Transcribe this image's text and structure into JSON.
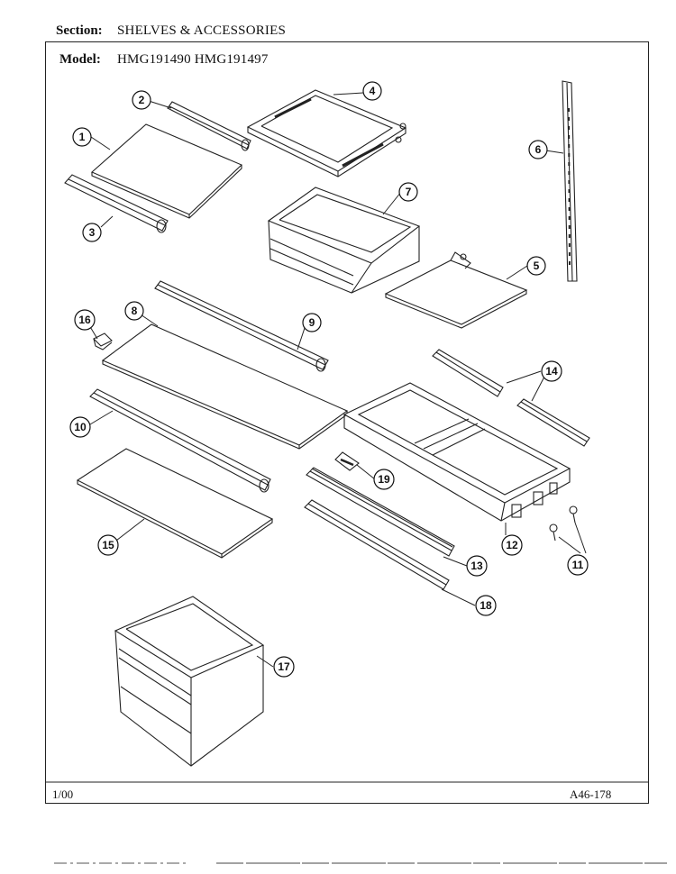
{
  "header": {
    "section_label": "Section:",
    "section_value": "SHELVES & ACCESSORIES",
    "model_label": "Model:",
    "model_value": "HMG191490 HMG191497"
  },
  "footer": {
    "date": "1/00",
    "code": "A46-178"
  },
  "callouts": [
    "1",
    "2",
    "3",
    "4",
    "5",
    "6",
    "7",
    "8",
    "9",
    "10",
    "11",
    "12",
    "13",
    "14",
    "15",
    "16",
    "17",
    "18",
    "19"
  ]
}
